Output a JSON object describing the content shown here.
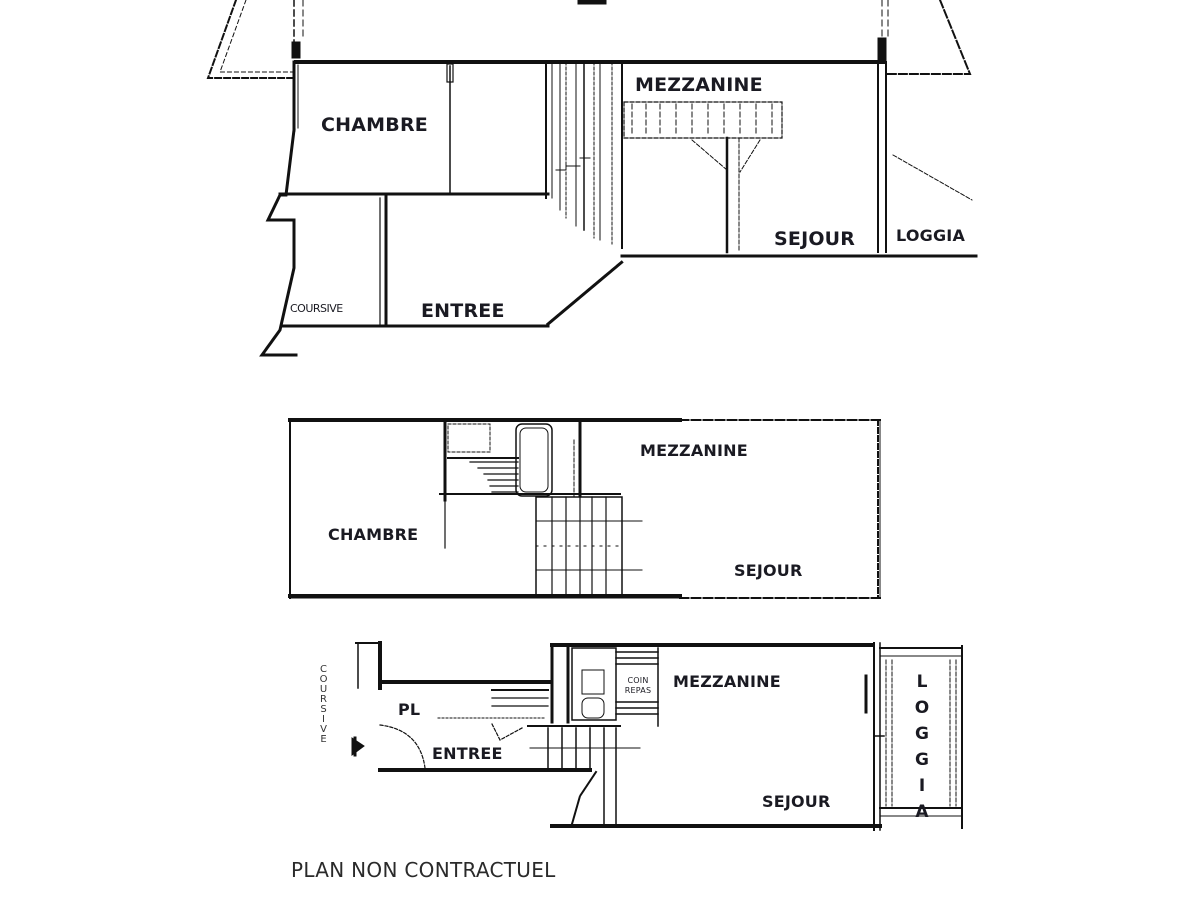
{
  "plans": [
    {
      "id": "plan-1",
      "rooms": {
        "chambre": "CHAMBRE",
        "mezzanine": "MEZZANINE",
        "sejour": "SEJOUR",
        "loggia": "LOGGIA",
        "coursive": "COURSIVE",
        "entree": "ENTREE"
      }
    },
    {
      "id": "plan-2",
      "rooms": {
        "mezzanine": "MEZZANINE",
        "chambre": "CHAMBRE",
        "sejour": "SEJOUR"
      }
    },
    {
      "id": "plan-3",
      "rooms": {
        "coursive": "COURSIVE",
        "pl": "PL",
        "entree": "ENTREE",
        "coin_repas": "COIN REPAS",
        "mezzanine": "MEZZANINE",
        "sejour": "SEJOUR",
        "loggia": "LOGGIA"
      }
    }
  ],
  "footer": {
    "disclaimer": "PLAN NON CONTRACTUEL"
  }
}
